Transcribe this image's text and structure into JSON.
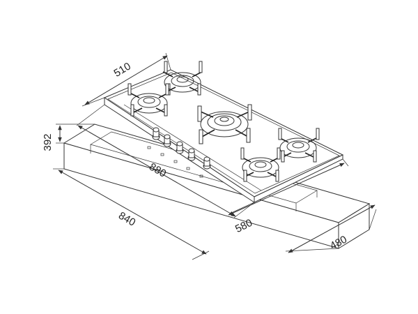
{
  "dimensions": {
    "top_depth": "510",
    "height": "392",
    "hob_width": "880",
    "cutout_width": "840",
    "hob_depth": "580",
    "cutout_depth": "480"
  },
  "colors": {
    "line": "#333333",
    "background": "#ffffff"
  }
}
